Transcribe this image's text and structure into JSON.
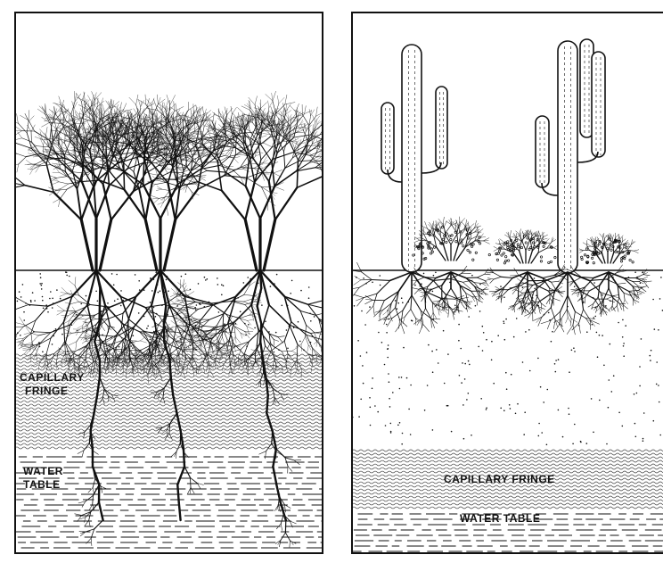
{
  "left_panel": {
    "capillary_fringe_label": [
      "CAPILLARY",
      "FRINGE"
    ],
    "water_table_label": [
      "WATER",
      "TABLE"
    ]
  },
  "right_panel": {
    "capillary_fringe_label": "CAPILLARY FRINGE",
    "water_table_label": "WATER TABLE"
  },
  "colors": {
    "ink": "#111111",
    "paper": "#ffffff"
  }
}
